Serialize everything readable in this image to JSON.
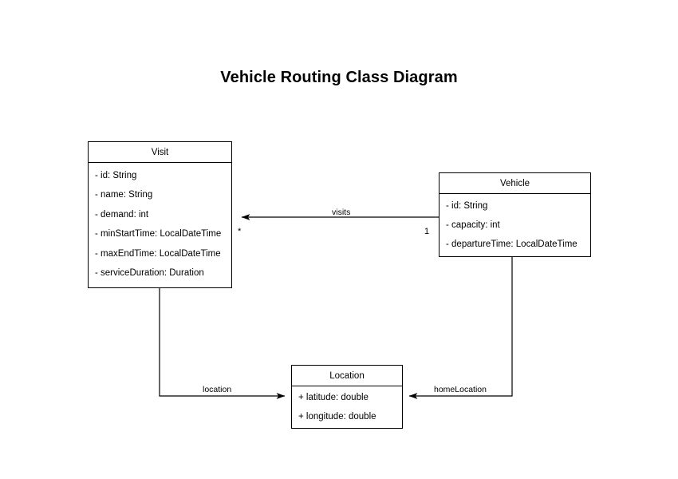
{
  "diagram": {
    "title": "Vehicle Routing Class Diagram",
    "type": "uml-class-diagram",
    "background_color": "#ffffff",
    "line_color": "#000000",
    "classes": [
      {
        "id": "visit",
        "name": "Visit",
        "attributes": [
          "- id: String",
          "- name: String",
          "- demand: int",
          "- minStartTime: LocalDateTime",
          "- maxEndTime: LocalDateTime",
          "- serviceDuration: Duration"
        ]
      },
      {
        "id": "vehicle",
        "name": "Vehicle",
        "attributes": [
          "- id: String",
          "- capacity: int",
          "- departureTime: LocalDateTime"
        ]
      },
      {
        "id": "location",
        "name": "Location",
        "attributes": [
          "+ latitude: double",
          "+ longitude: double"
        ]
      }
    ],
    "relationships": [
      {
        "id": "visits",
        "label": "visits",
        "from": "Vehicle",
        "to": "Visit",
        "source_multiplicity": "1",
        "target_multiplicity": "*"
      },
      {
        "id": "location",
        "label": "location",
        "from": "Visit",
        "to": "Location",
        "source_multiplicity": "",
        "target_multiplicity": ""
      },
      {
        "id": "homeLocation",
        "label": "homeLocation",
        "from": "Vehicle",
        "to": "Location",
        "source_multiplicity": "",
        "target_multiplicity": ""
      }
    ]
  }
}
